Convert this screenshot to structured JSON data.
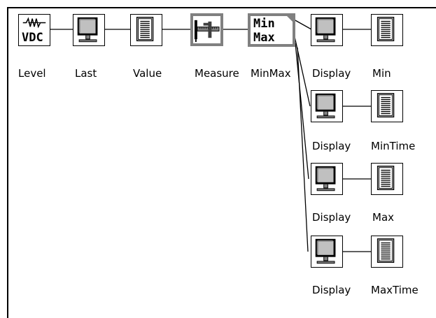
{
  "blocks": {
    "level": {
      "label": "Level",
      "icon": "sine-wave-icon",
      "icon_text": "VDC"
    },
    "last": {
      "label": "Last",
      "icon": "monitor-icon"
    },
    "value": {
      "label": "Value",
      "icon": "document-icon"
    },
    "measure": {
      "label": "Measure",
      "icon": "caliper-icon"
    },
    "minmax": {
      "label": "MinMax",
      "icon": "minmax-icon",
      "line1": "Min",
      "line2": "Max"
    },
    "display1": {
      "label": "Display",
      "icon": "monitor-icon"
    },
    "min": {
      "label": "Min",
      "icon": "document-icon"
    },
    "display2": {
      "label": "Display",
      "icon": "monitor-icon"
    },
    "mintime": {
      "label": "MinTime",
      "icon": "document-icon"
    },
    "display3": {
      "label": "Display",
      "icon": "monitor-icon"
    },
    "max": {
      "label": "Max",
      "icon": "document-icon"
    },
    "display4": {
      "label": "Display",
      "icon": "monitor-icon"
    },
    "maxtime": {
      "label": "MaxTime",
      "icon": "document-icon"
    }
  },
  "colors": {
    "wire": "#000000",
    "highlight_border": "#808080",
    "screen": "#c0c0c0",
    "dark": "#404040"
  }
}
